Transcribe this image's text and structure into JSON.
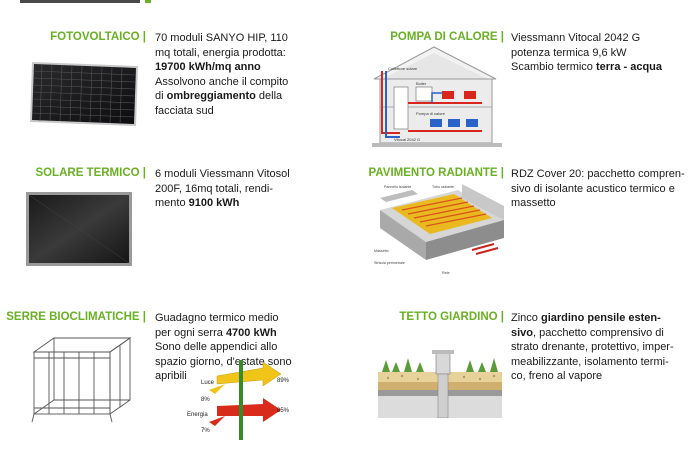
{
  "sections": [
    {
      "title": "FOTOVOLTAICO |",
      "lines": [
        {
          "parts": [
            {
              "t": "70 moduli SANYO HIP, 110"
            }
          ]
        },
        {
          "parts": [
            {
              "t": "mq totali, energia prodotta:"
            }
          ]
        },
        {
          "parts": [
            {
              "t": "19700 kWh/mq anno",
              "b": true
            }
          ]
        },
        {
          "parts": [
            {
              "t": "Assolvono anche il compito"
            }
          ]
        },
        {
          "parts": [
            {
              "t": "di "
            },
            {
              "t": "ombreggiamento",
              "b": true
            },
            {
              "t": " della"
            }
          ]
        },
        {
          "parts": [
            {
              "t": "facciata sud"
            }
          ]
        }
      ]
    },
    {
      "title": "POMPA DI CALORE |",
      "lines": [
        {
          "parts": [
            {
              "t": "Viessmann Vitocal 2042 G"
            }
          ]
        },
        {
          "parts": [
            {
              "t": "potenza termica 9,6 kW"
            }
          ]
        },
        {
          "parts": [
            {
              "t": "Scambio termico "
            },
            {
              "t": "terra - acqua",
              "b": true
            }
          ]
        }
      ]
    },
    {
      "title": "SOLARE TERMICO |",
      "lines": [
        {
          "parts": [
            {
              "t": "6 moduli Viessmann Vitosol"
            }
          ]
        },
        {
          "parts": [
            {
              "t": "200F, 16mq totali, rendi-"
            }
          ]
        },
        {
          "parts": [
            {
              "t": "mento "
            },
            {
              "t": "9100 kWh",
              "b": true
            }
          ]
        }
      ]
    },
    {
      "title": "PAVIMENTO RADIANTE |",
      "lines": [
        {
          "parts": [
            {
              "t": "RDZ Cover 20: pacchetto compren-"
            }
          ]
        },
        {
          "parts": [
            {
              "t": "sivo di isolante acustico termico e"
            }
          ]
        },
        {
          "parts": [
            {
              "t": "massetto"
            }
          ]
        }
      ]
    },
    {
      "title": "SERRE BIOCLIMATICHE |",
      "lines": [
        {
          "parts": [
            {
              "t": "Guadagno termico medio"
            }
          ]
        },
        {
          "parts": [
            {
              "t": "per ogni serra "
            },
            {
              "t": "4700 kWh",
              "b": true
            }
          ]
        },
        {
          "parts": [
            {
              "t": "Sono delle appendici allo"
            }
          ]
        },
        {
          "parts": [
            {
              "t": "spazio giorno, d'estate sono"
            }
          ]
        },
        {
          "parts": [
            {
              "t": "apribili"
            }
          ]
        }
      ]
    },
    {
      "title": "TETTO GIARDINO |",
      "lines": [
        {
          "parts": [
            {
              "t": "Zinco "
            },
            {
              "t": "giardino pensile esten-",
              "b": true
            }
          ]
        },
        {
          "parts": [
            {
              "t": "sivo",
              "b": true
            },
            {
              "t": ", pacchetto comprensivo di"
            }
          ]
        },
        {
          "parts": [
            {
              "t": "strato drenante, protettivo, imper-"
            }
          ]
        },
        {
          "parts": [
            {
              "t": "meabilizzante, isolamento termi-"
            }
          ]
        },
        {
          "parts": [
            {
              "t": "co, freno al vapore"
            }
          ]
        }
      ]
    }
  ],
  "energy_chart": {
    "luce_label": "Luce",
    "energia_label": "Energia",
    "luce_in": "89%",
    "luce_out": "8%",
    "energia_in": "85%",
    "energia_out": "7%",
    "colors": {
      "luce": "#f0c419",
      "energia": "#d92b1c",
      "wall": "#3a8a2a"
    }
  },
  "heatpump_labels": {
    "a": "Collettore solare",
    "b": "Boiler",
    "c": "Pompa di calore",
    "d": "Vitocal 2042 G"
  },
  "floor_labels": [
    "Pannello isolante",
    "Tubo radiante",
    "Massetto",
    "Striscia perimetrale",
    "Rete"
  ]
}
